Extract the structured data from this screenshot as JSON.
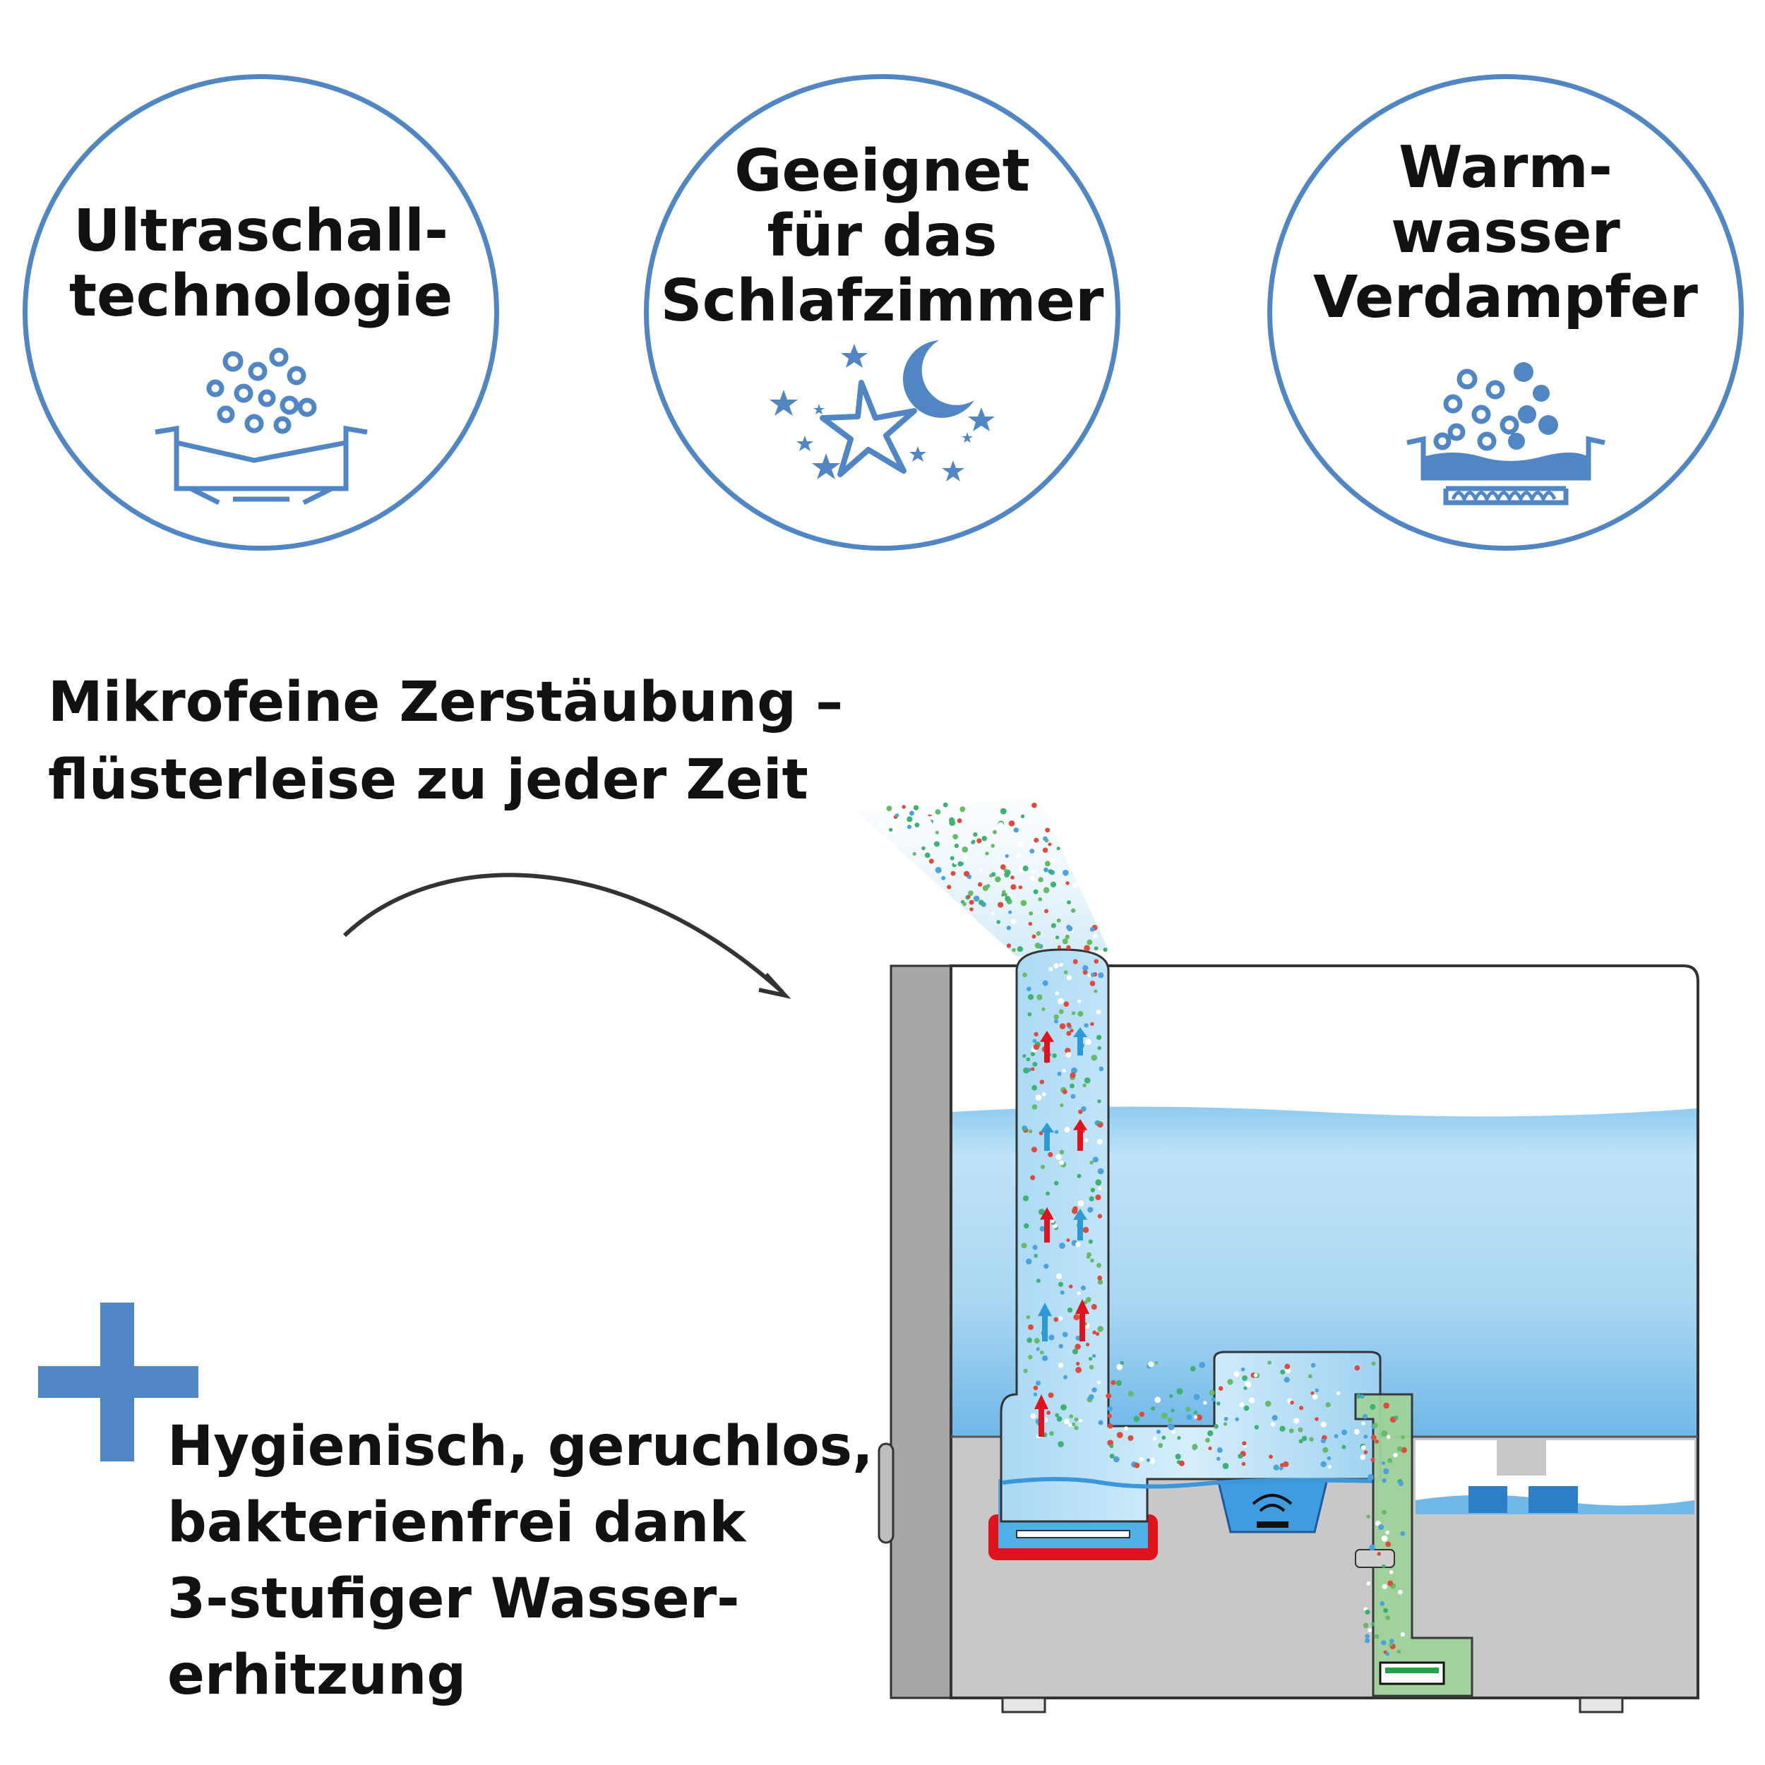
{
  "badges": [
    {
      "lines": [
        "Ultraschall-",
        "technologie"
      ],
      "icon": "ultrasonic-bubbles-icon"
    },
    {
      "lines": [
        "Geeignet",
        "für das",
        "Schlafzimmer"
      ],
      "icon": "moon-stars-icon"
    },
    {
      "lines": [
        "Warm-",
        "wasser",
        "Verdampfer"
      ],
      "icon": "heated-water-bath-icon"
    }
  ],
  "headline_top": {
    "lines": [
      "Mikrofeine Zerstäubung –",
      "flüsterleise zu jeder Zeit"
    ]
  },
  "headline_bottom": {
    "lines": [
      "Hygienisch, geruchlos,",
      "bakterienfrei dank",
      "3-stufiger Wasser-",
      "erhitzung"
    ]
  },
  "plus_icon": "plus-icon",
  "colors": {
    "accent_blue": "#4f86c3",
    "water_blue": "#a9d6f2",
    "housing_grey": "#c8c8c8",
    "heater_red": "#e0121b",
    "arrow_red": "#e0121b",
    "arrow_blue": "#2d9ad8",
    "filter_green": "#9fd39b"
  }
}
